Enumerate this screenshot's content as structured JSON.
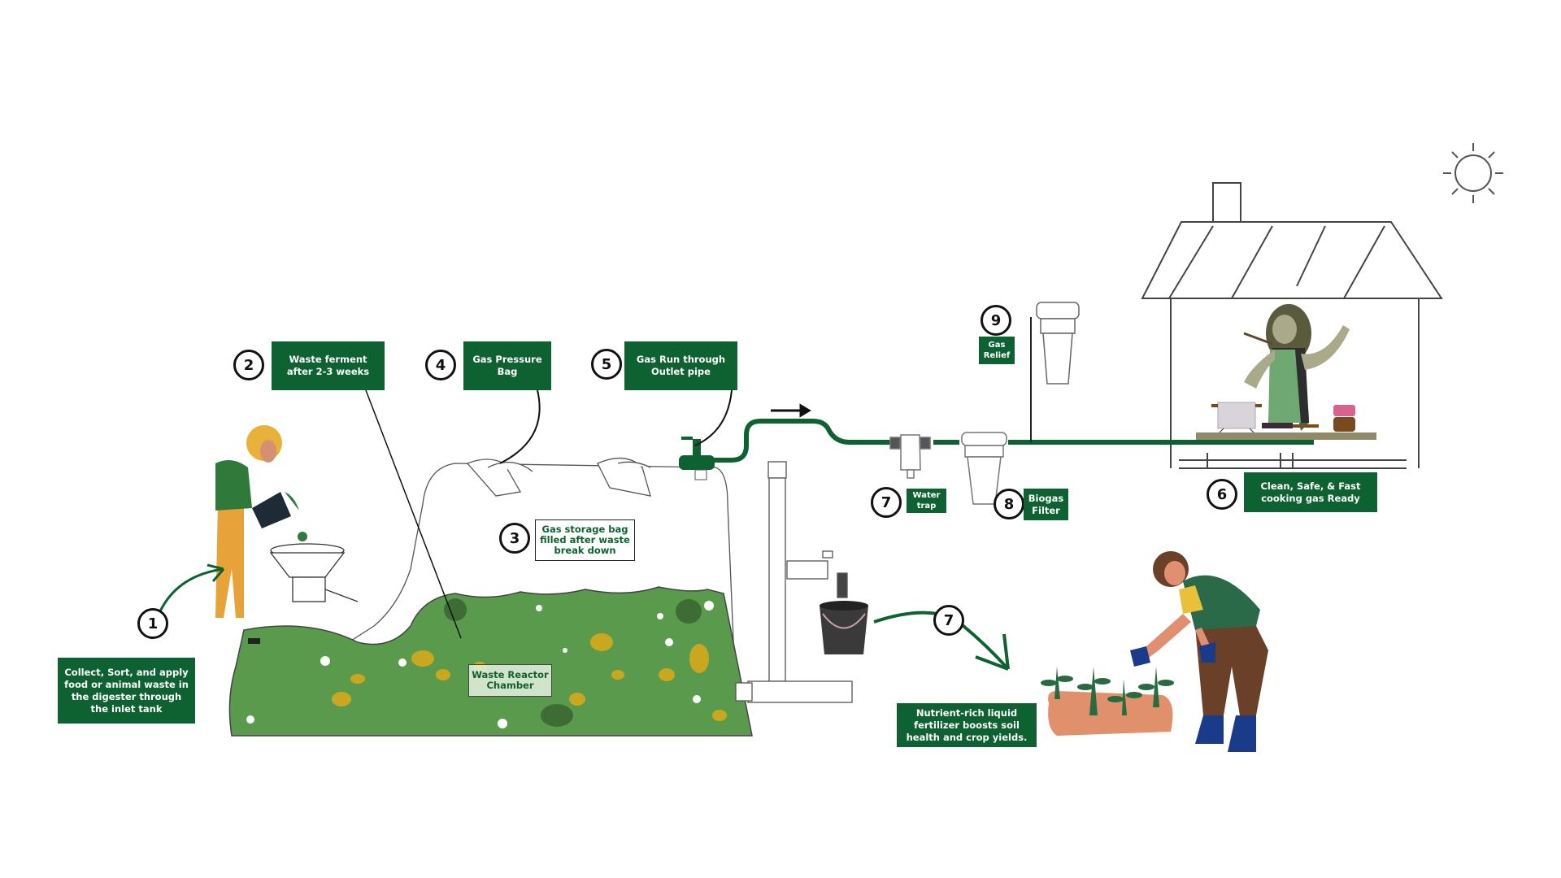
{
  "colors": {
    "brand_green": "#0e6130",
    "slurry_green": "#5a9a4c",
    "pipe_green": "#0e6130",
    "outline": "#444444"
  },
  "icons": {
    "sun": "sun-icon",
    "house": "house-icon",
    "arrow": "flow-arrow-icon"
  },
  "steps": [
    {
      "number": "1",
      "text": "Collect, Sort, and apply food or animal waste in the digester through the inlet tank"
    },
    {
      "number": "2",
      "text": "Waste ferment after 2-3 weeks"
    },
    {
      "number": "3",
      "text": "Gas storage bag filled after waste break down"
    },
    {
      "number": "4",
      "text": "Gas Pressure Bag"
    },
    {
      "number": "5",
      "text": "Gas Run through Outlet pipe"
    },
    {
      "number": "6",
      "text": "Clean, Safe, & Fast cooking gas Ready"
    },
    {
      "number": "7",
      "text": "Water trap"
    },
    {
      "number": "8",
      "text": "Biogas Filter"
    },
    {
      "number": "9",
      "text": "Gas Relief"
    },
    {
      "number": "7",
      "text": "Nutrient-rich liquid fertilizer boosts soil health and crop yields."
    }
  ],
  "chamber_label": "Waste Reactor Chamber"
}
